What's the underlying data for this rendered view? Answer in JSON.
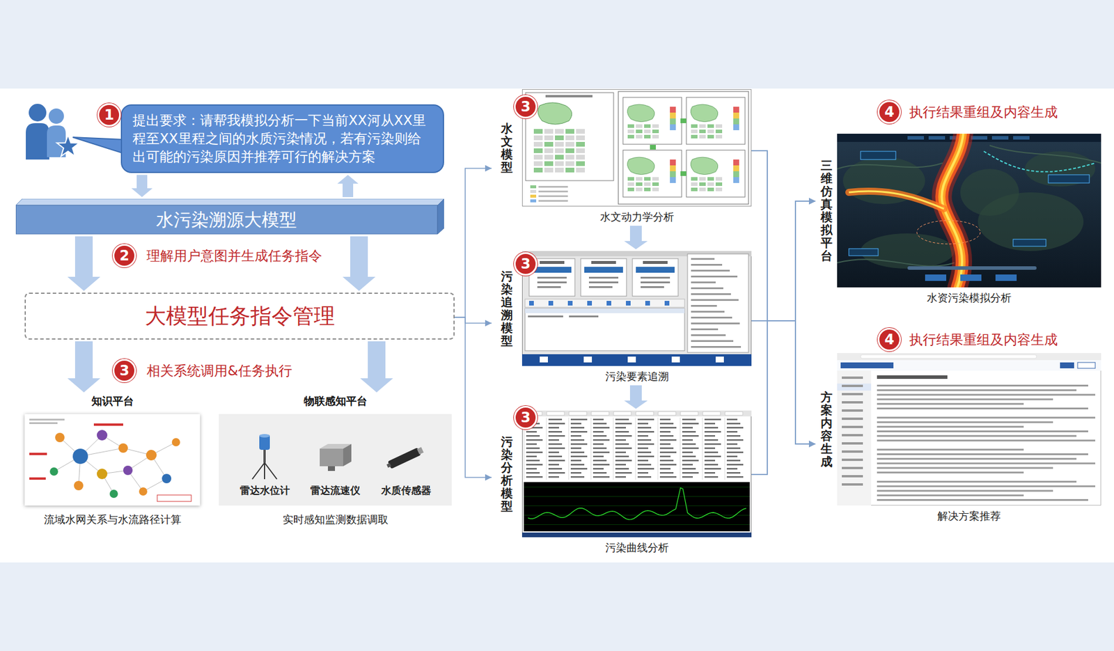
{
  "diagram": {
    "nodes": [
      {
        "text": [
          "提出要求：请帮我模拟分析一下当前XX河从XX里程至XX里程之间的水质污染情况，若有污染则给出可能的污染原因并推荐可行的解决方案"
        ]
      },
      {
        "text": [
          "水污染溯源大模型"
        ]
      },
      {
        "text": [
          "大模型任务指令管理"
        ]
      },
      {
        "text": [
          "知识平台",
          "流域水网关系与水流路径计算"
        ]
      },
      {
        "text": [
          "物联感知平台",
          "雷达水位计",
          "雷达流速仪",
          "水质传感器",
          "实时感知监测数据调取"
        ]
      },
      {
        "text": [
          "水文模型",
          "水文动力学分析"
        ]
      },
      {
        "text": [
          "污染追溯模型",
          "污染要素追溯"
        ]
      },
      {
        "text": [
          "污染分析模型",
          "污染曲线分析"
        ]
      },
      {
        "text": [
          "三维仿真模拟平台",
          "水资污染模拟分析"
        ]
      },
      {
        "text": [
          "方案内容生成",
          "解决方案推荐"
        ]
      }
    ],
    "edges": [
      {
        "from": 0,
        "to": 1,
        "arrow": "to"
      },
      {
        "from": 1,
        "to": 0,
        "arrow": "to"
      },
      {
        "from": 1,
        "to": 2,
        "arrow": "to"
      },
      {
        "from": 1,
        "to": 2,
        "arrow": "to"
      },
      {
        "from": 2,
        "to": 3,
        "arrow": "to"
      },
      {
        "from": 2,
        "to": 4,
        "arrow": "to"
      },
      {
        "from": 2,
        "to": 5,
        "arrow": "to"
      },
      {
        "from": 2,
        "to": 6,
        "arrow": "to"
      },
      {
        "from": 2,
        "to": 7,
        "arrow": "to"
      },
      {
        "from": 5,
        "to": 6,
        "arrow": "to"
      },
      {
        "from": 6,
        "to": 7,
        "arrow": "to"
      },
      {
        "from": 5,
        "to": 8,
        "arrow": "to"
      },
      {
        "from": 5,
        "to": 9,
        "arrow": "to"
      },
      {
        "from": 6,
        "to": 8,
        "arrow": "to"
      },
      {
        "from": 6,
        "to": 9,
        "arrow": "to"
      },
      {
        "from": 7,
        "to": 8,
        "arrow": "to"
      },
      {
        "from": 7,
        "to": 9,
        "arrow": "to"
      }
    ],
    "labels": [
      "1",
      "2",
      "理解用户意图并生成任务指令",
      "3",
      "相关系统调用&任务执行",
      "3",
      "3",
      "3",
      "4",
      "执行结果重组及内容生成",
      "4",
      "执行结果重组及内容生成"
    ]
  }
}
